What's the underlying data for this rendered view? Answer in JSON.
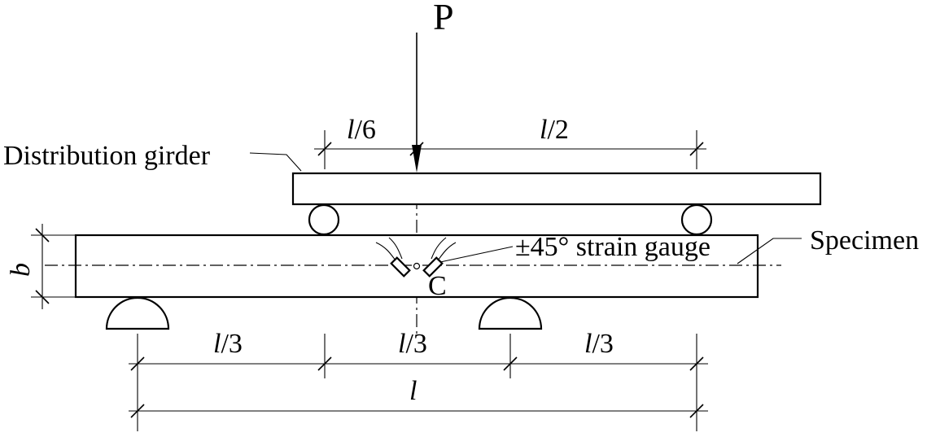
{
  "load": {
    "label": "P"
  },
  "labels": {
    "distribution_girder": "Distribution girder",
    "specimen": "Specimen",
    "strain_gauge": "±45° strain gauge",
    "point_c": "C",
    "depth": "b"
  },
  "dimensions": {
    "top_left": {
      "symbol": "l",
      "suffix": "/6"
    },
    "top_right": {
      "symbol": "l",
      "suffix": "/2"
    },
    "span_1": {
      "symbol": "l",
      "suffix": "/3"
    },
    "span_2": {
      "symbol": "l",
      "suffix": "/3"
    },
    "span_3": {
      "symbol": "l",
      "suffix": "/3"
    },
    "total": {
      "symbol": "l",
      "suffix": ""
    }
  }
}
